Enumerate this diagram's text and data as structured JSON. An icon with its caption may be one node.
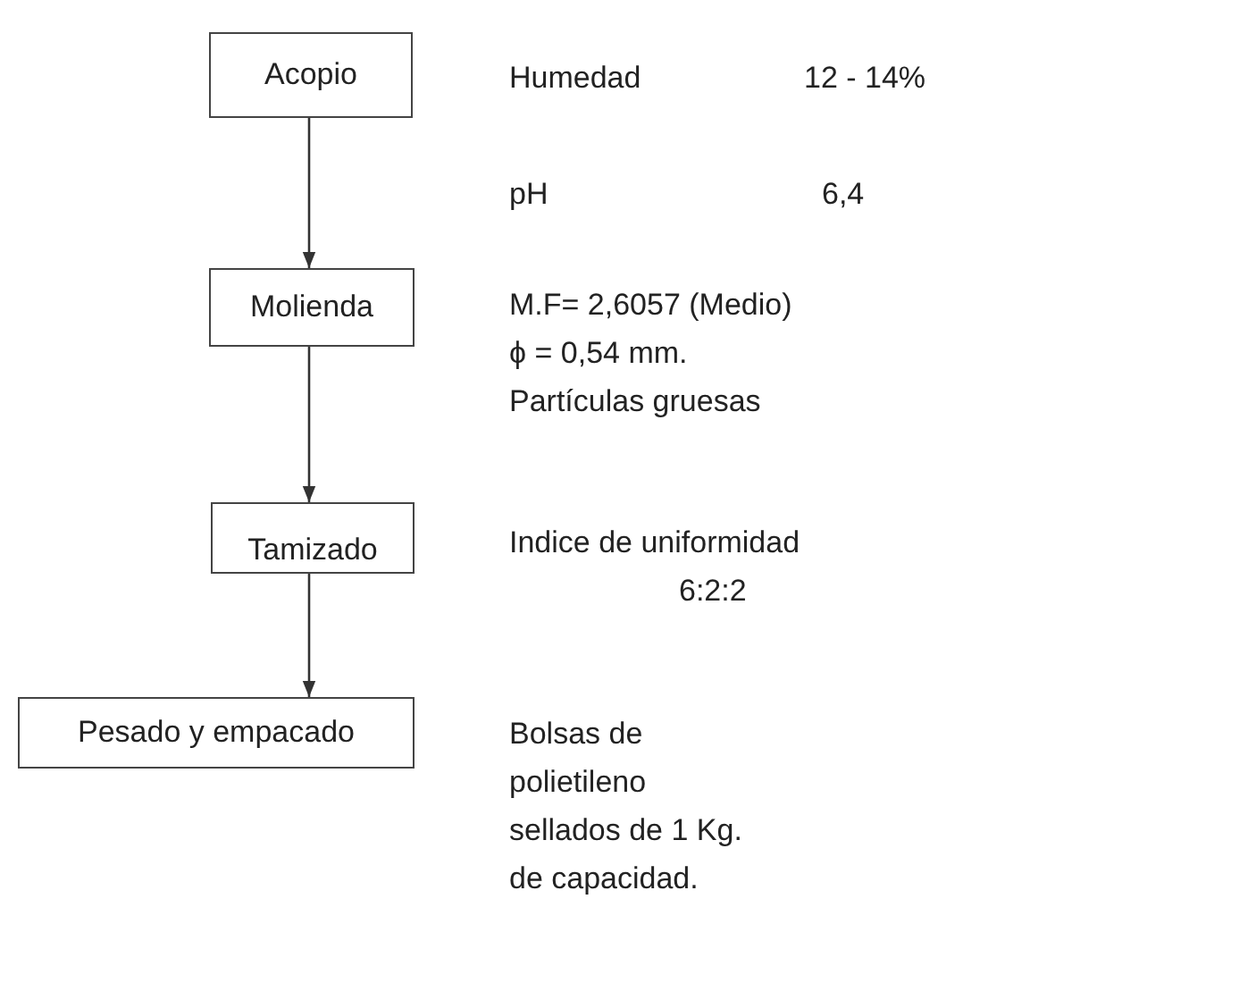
{
  "diagram": {
    "nodes": [
      {
        "text": [
          "Acopio"
        ]
      },
      {
        "text": [
          "Molienda"
        ]
      },
      {
        "text": [
          "Tamizado"
        ]
      },
      {
        "text": [
          "Pesado y empacado"
        ]
      }
    ],
    "edges": [
      {
        "from": 0,
        "to": 1,
        "arrow": "to"
      },
      {
        "from": 1,
        "to": 2,
        "arrow": "to"
      },
      {
        "from": 2,
        "to": 3,
        "arrow": "to"
      }
    ],
    "labels": [
      "Humedad",
      "12 - 14%",
      "pH",
      "6,4",
      "M.F= 2,6057 (Medio)",
      "ϕ = 0,54 mm.",
      "Partículas gruesas",
      "Indice de uniformidad",
      "6:2:2",
      "Bolsas de polietileno sellados de 1 Kg. de capacidad."
    ]
  }
}
